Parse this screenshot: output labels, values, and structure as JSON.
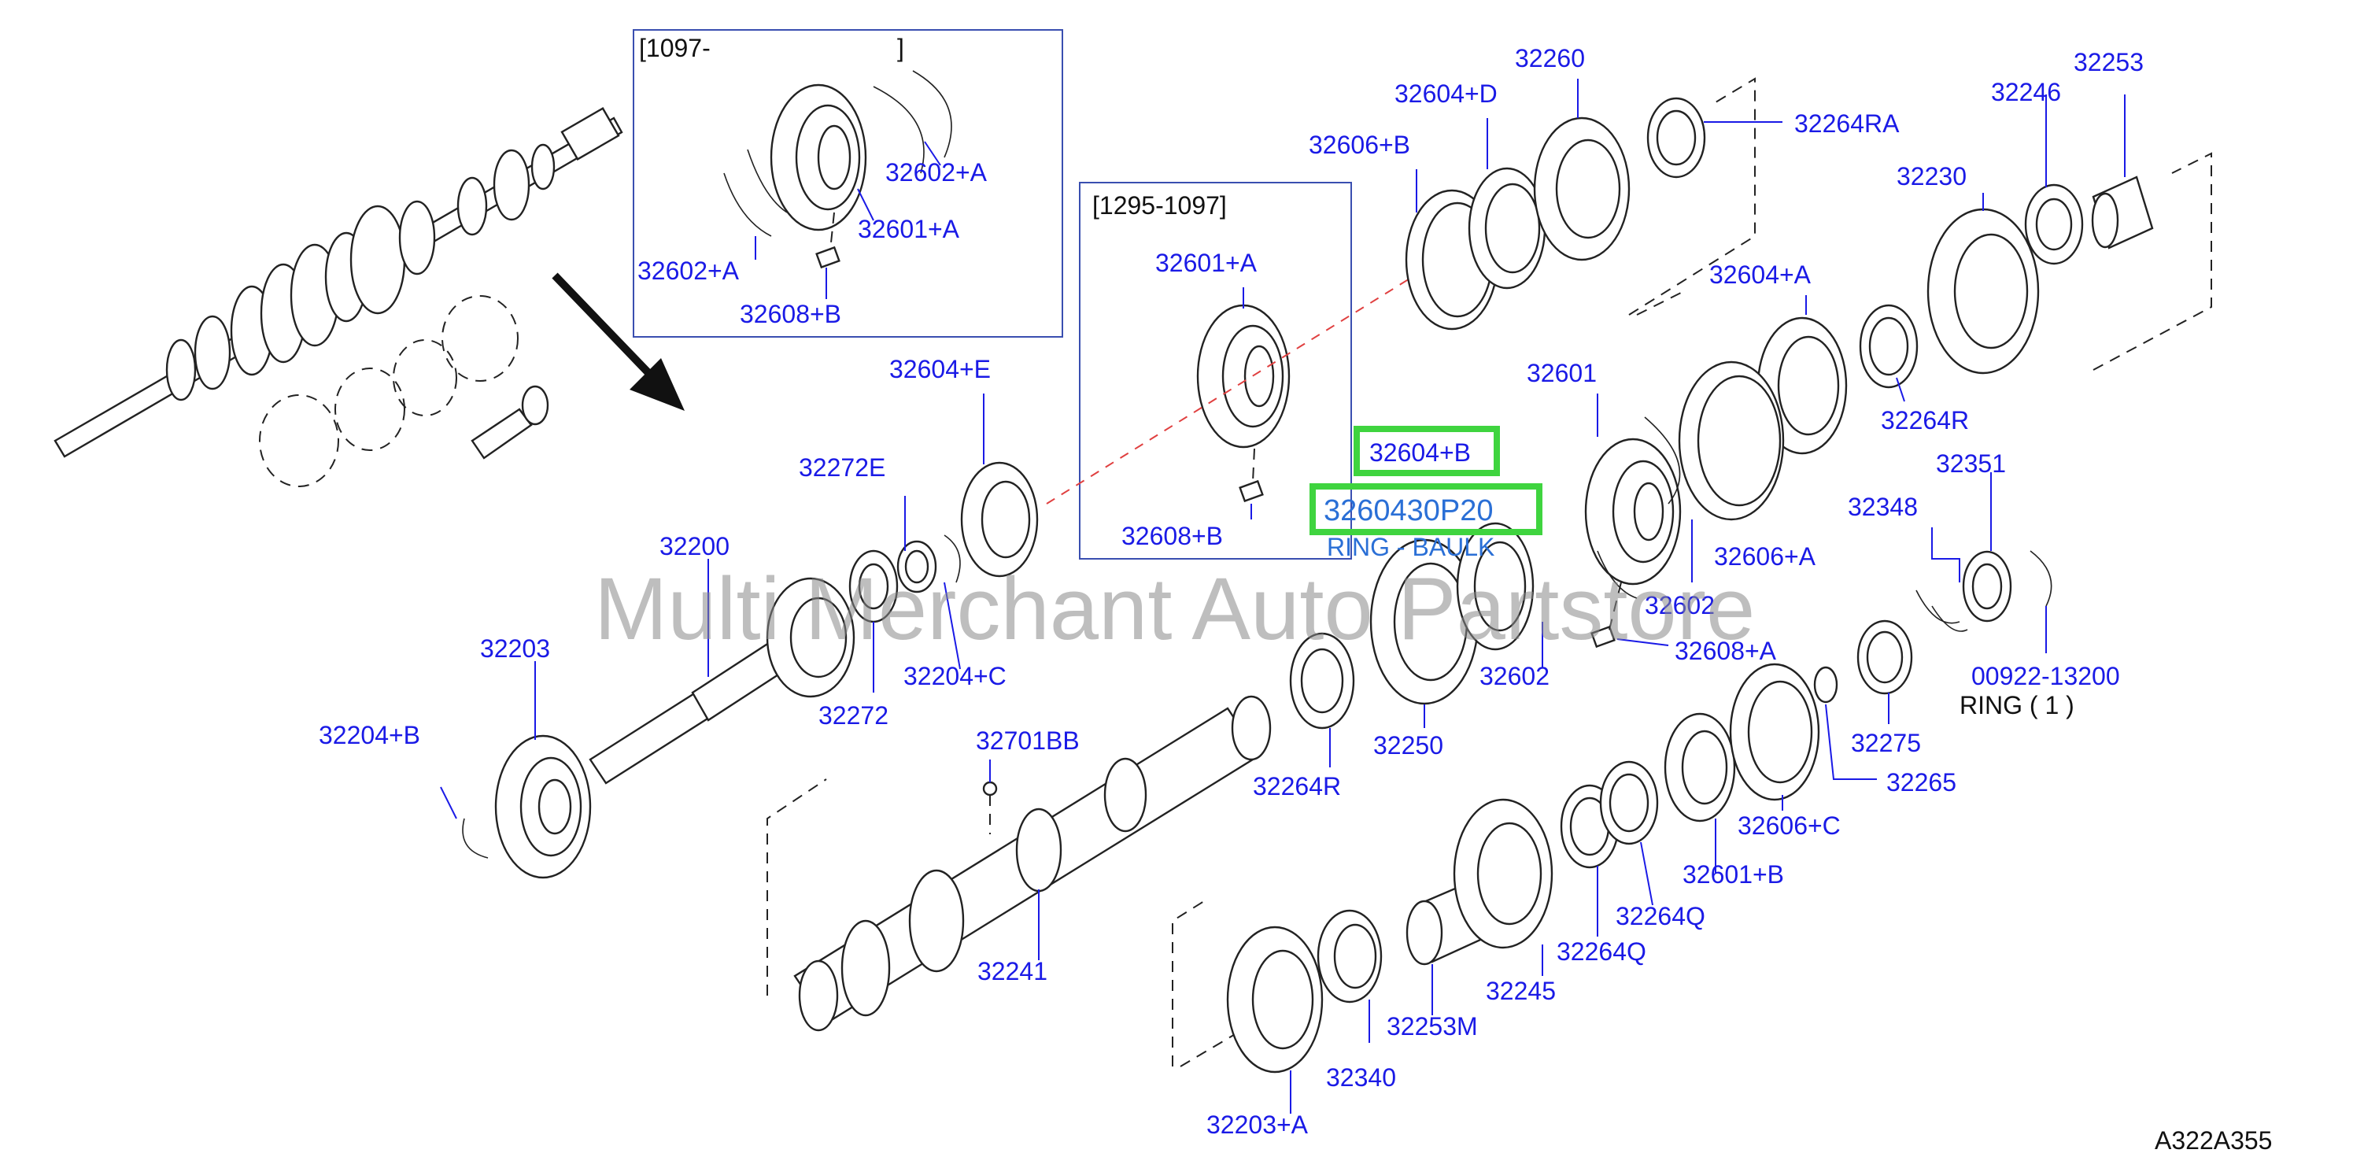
{
  "diagram": {
    "code": "A322A355",
    "watermark": "Multi Merchant Auto Partstore"
  },
  "insets": {
    "inset_a_title": "[1097-",
    "inset_a_close": "]",
    "inset_b_title": "[1295-1097]"
  },
  "labels": {
    "l32602A_1": "32602+A",
    "l32601A_1": "32601+A",
    "l32602A_2": "32602+A",
    "l32608B_1": "32608+B",
    "l32601A_2": "32601+A",
    "l32608B_2": "32608+B",
    "l32604E": "32604+E",
    "l32272E": "32272E",
    "l32200": "32200",
    "l32203": "32203",
    "l32204B": "32204+B",
    "l32272": "32272",
    "l32204C": "32204+C",
    "l32701BB": "32701BB",
    "l32264R_1": "32264R",
    "l32241": "32241",
    "l32250": "32250",
    "l32606B": "32606+B",
    "l32604D": "32604+D",
    "l32260": "32260",
    "l32264RA": "32264RA",
    "l32246": "32246",
    "l32253": "32253",
    "l32230": "32230",
    "l32604A": "32604+A",
    "l32264R_2": "32264R",
    "l32601": "32601",
    "l32606A": "32606+A",
    "l32602_1": "32602",
    "l32602_2": "32602",
    "l32608A": "32608+A",
    "l32348": "32348",
    "l32351": "32351",
    "l00922": "00922-13200",
    "lRing1": "RING    ( 1 )",
    "l32275": "32275",
    "l32265": "32265",
    "l32606C": "32606+C",
    "l32601B": "32601+B",
    "l32264Q_1": "32264Q",
    "l32264Q_2": "32264Q",
    "l32245": "32245",
    "l32253M": "32253M",
    "l32340": "32340",
    "l32203A": "32203+A"
  },
  "highlight": {
    "selected_ref": "32604+B",
    "part_number": "3260430P20",
    "part_name": "RING - BAULK",
    "highlight_color": "#3fd43f"
  }
}
